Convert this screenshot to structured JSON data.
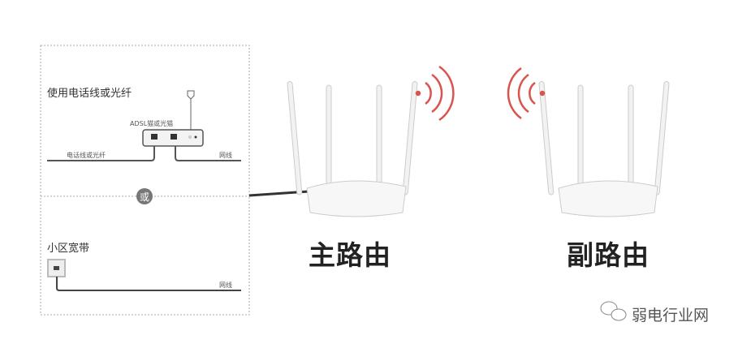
{
  "left_panel": {
    "section1_title": "使用电话线或光纤",
    "modem_label": "ADSL猫或光猫",
    "phone_fiber_label": "电话线或光纤",
    "ethernet_label_1": "网线",
    "or_label": "或",
    "section2_title": "小区宽带",
    "ethernet_label_2": "网线"
  },
  "routers": {
    "main_label": "主路由",
    "secondary_label": "副路由"
  },
  "watermark": {
    "text": "弱电行业网",
    "icon": "wechat-icon"
  },
  "colors": {
    "wave": "#d9534f",
    "cable": "#333333",
    "dashed_border": "#999999"
  }
}
